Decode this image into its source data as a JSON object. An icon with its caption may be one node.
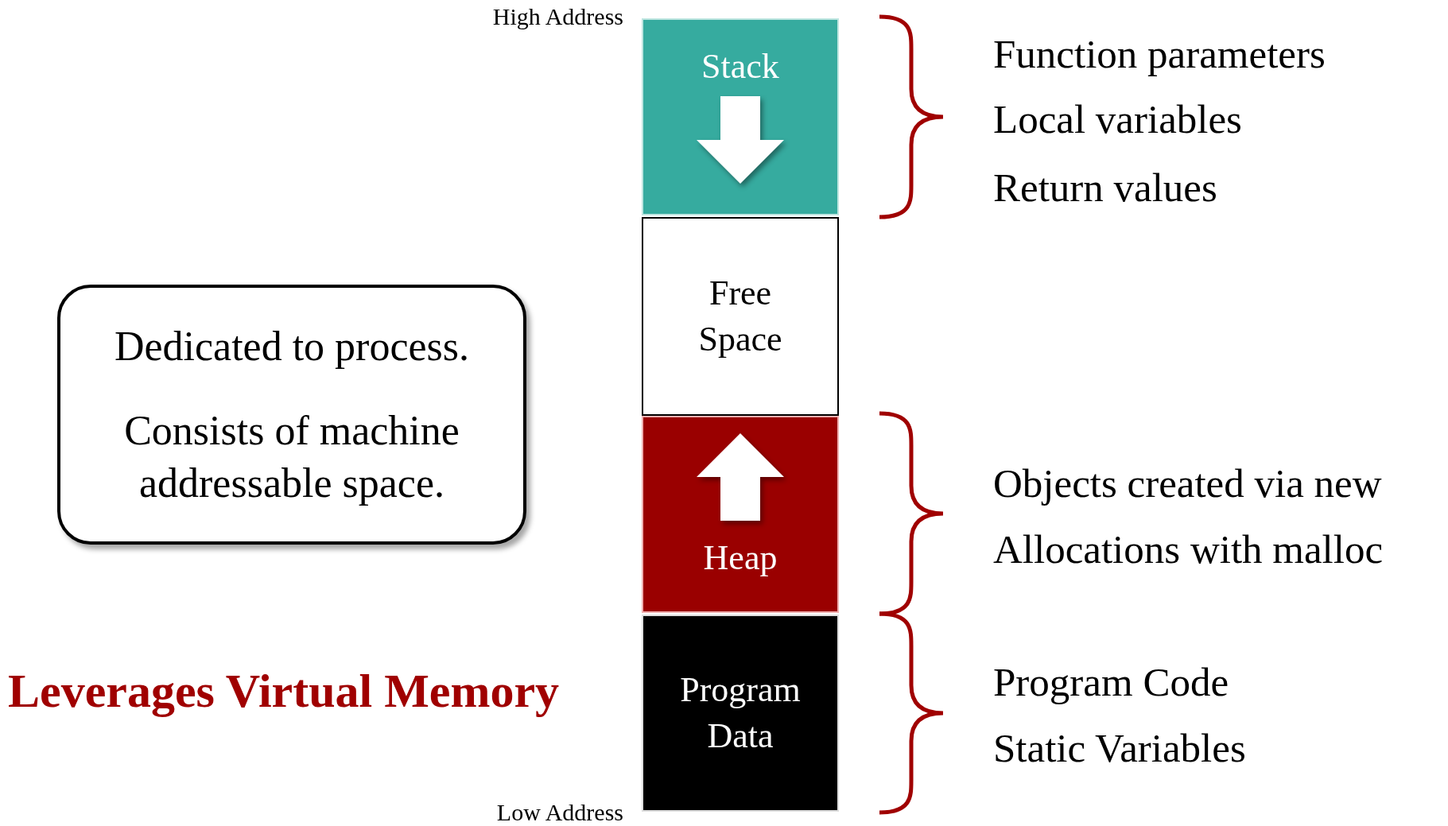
{
  "diagram": {
    "nodes": [
      {
        "text": [
          "Stack"
        ]
      },
      {
        "text": [
          "Free Space"
        ]
      },
      {
        "text": [
          "Heap"
        ]
      },
      {
        "text": [
          "Program Data"
        ]
      },
      {
        "text": [
          "Dedicated to process.",
          "Consists of machine addressable space."
        ]
      }
    ],
    "labels": [
      "High Address",
      "Function parameters",
      "Local variables",
      "Return values",
      "Objects created via new",
      "Allocations with malloc",
      "Leverages Virtual Memory",
      "Program Code",
      "Static Variables",
      "Low Address"
    ]
  }
}
